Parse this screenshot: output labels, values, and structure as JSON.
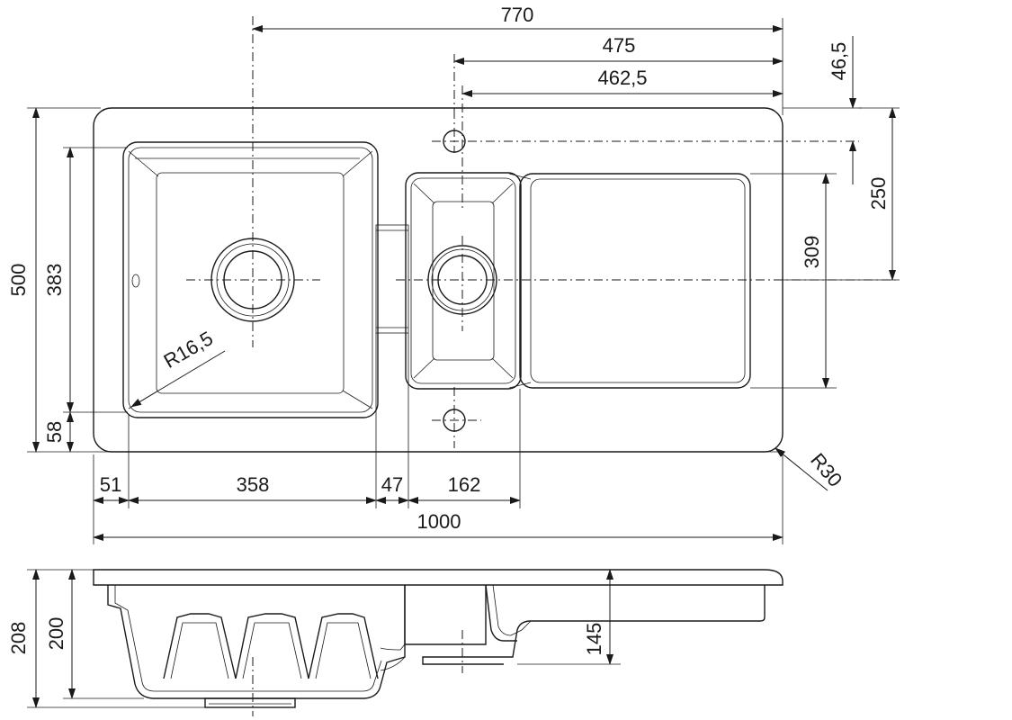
{
  "dimensions": {
    "top_overall": "770",
    "top_bowl_center": "475",
    "top_tap_center": "462,5",
    "right_tap_offset": "46,5",
    "right_drain_height": "250",
    "right_drainer_depth": "309",
    "left_overall_depth": "500",
    "left_bowl_depth": "383",
    "left_front_margin": "58",
    "radius_bowl_corner": "R16,5",
    "radius_outer_corner": "R30",
    "bottom_left_margin": "51",
    "bottom_main_bowl": "358",
    "bottom_divider": "47",
    "bottom_small_bowl": "162",
    "bottom_overall_width": "1000",
    "side_total_height": "208",
    "side_main_depth": "200",
    "side_small_depth": "145"
  }
}
